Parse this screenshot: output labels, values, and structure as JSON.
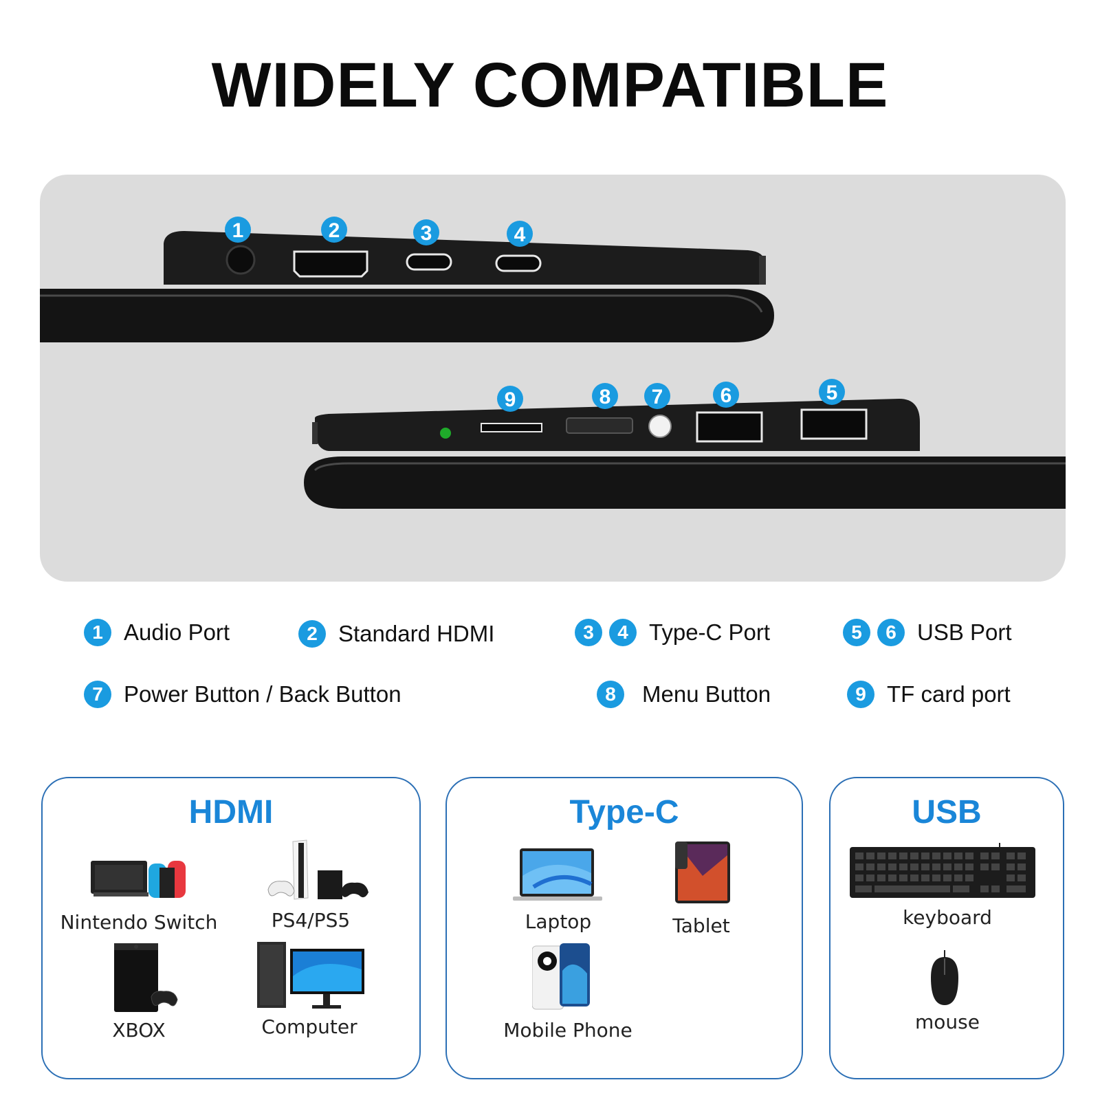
{
  "title": "WIDELY COMPATIBLE",
  "ports_top": [
    "1",
    "2",
    "3",
    "4"
  ],
  "ports_bottom": [
    "9",
    "8",
    "7",
    "6",
    "5"
  ],
  "legend": [
    {
      "nums": [
        "1"
      ],
      "label": "Audio Port"
    },
    {
      "nums": [
        "2"
      ],
      "label": "Standard HDMI"
    },
    {
      "nums": [
        "3",
        "4"
      ],
      "label": "Type-C Port"
    },
    {
      "nums": [
        "5",
        "6"
      ],
      "label": "USB Port"
    },
    {
      "nums": [
        "7"
      ],
      "label": "Power Button / Back Button"
    },
    {
      "nums": [
        "8"
      ],
      "label": "Menu Button"
    },
    {
      "nums": [
        "9"
      ],
      "label": "TF card port"
    }
  ],
  "cards": {
    "hdmi": {
      "title": "HDMI",
      "devices": [
        "Nintendo Switch",
        "PS4/PS5",
        "XBOX",
        "Computer"
      ]
    },
    "typec": {
      "title": "Type-C",
      "devices": [
        "Laptop",
        "Tablet",
        "Mobile Phone"
      ]
    },
    "usb": {
      "title": "USB",
      "devices": [
        "keyboard",
        "mouse"
      ]
    }
  },
  "colors": {
    "accent": "#1a9be0",
    "card_border": "#2b6fb5",
    "card_title": "#1a86d8",
    "stage_bg": "#dcdcdc"
  },
  "icons": [
    "console-icon",
    "playstation-icon",
    "xbox-icon",
    "computer-icon",
    "laptop-icon",
    "tablet-icon",
    "phone-icon",
    "keyboard-icon",
    "mouse-icon"
  ]
}
